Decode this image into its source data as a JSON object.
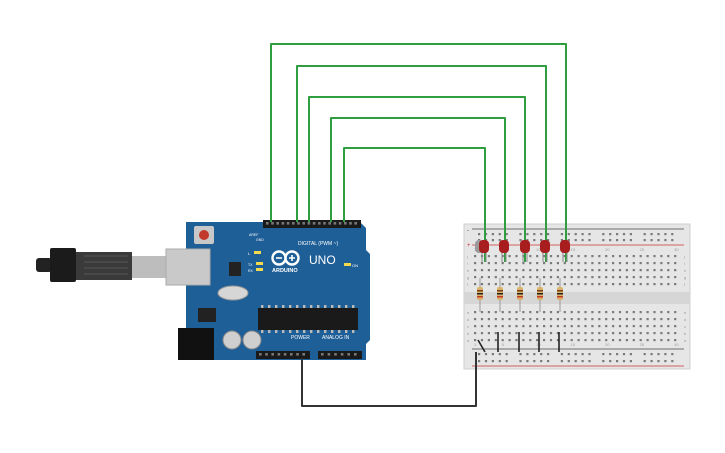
{
  "board": {
    "brand": "ARDUINO",
    "model": "UNO",
    "header_digital": "DIGITAL (PWM ~)",
    "header_power": "POWER",
    "header_analog": "ANALOG IN",
    "led_on": "ON",
    "led_l": "L",
    "led_tx": "TX",
    "led_rx": "RX",
    "aref": "AREF",
    "gnd": "GND"
  },
  "breadboard": {
    "columns": [
      "1",
      "5",
      "10",
      "15",
      "20",
      "25",
      "30"
    ],
    "rows_top": [
      "j",
      "i",
      "h",
      "g",
      "f"
    ],
    "rows_bottom": [
      "e",
      "d",
      "c",
      "b",
      "a"
    ],
    "plus": "+",
    "minus": "-"
  },
  "colors": {
    "board": "#1f5f97",
    "wire_signal": "#2f9e3e",
    "wire_ground": "#333333",
    "led": "#a81d1d",
    "breadboard": "#e6e6e6",
    "rail_red": "#cc3333",
    "rail_black": "#444444"
  }
}
